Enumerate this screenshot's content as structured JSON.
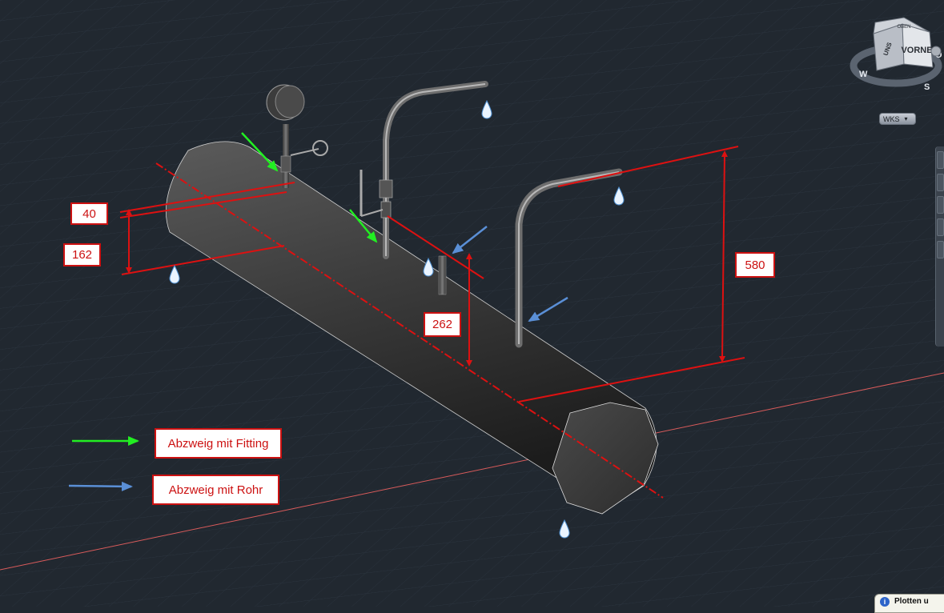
{
  "dimensions": {
    "d40": "40",
    "d162": "162",
    "d262": "262",
    "d580": "580"
  },
  "legend": {
    "fitting": "Abzweig mit Fitting",
    "rohr": "Abzweig mit Rohr"
  },
  "viewcube": {
    "face_front": "VORNE",
    "face_left": "UNS",
    "face_top": "OBEN",
    "compass_w": "W",
    "compass_s": "S",
    "compass_o": "O"
  },
  "ucs_button": "WKS",
  "notification": "Plotten u",
  "colors": {
    "background": "#212830",
    "dimension_red": "#cc1111",
    "fitting_arrow": "#22ee22",
    "rohr_arrow": "#5a8fd6"
  },
  "icons": {
    "drop": "water-drop-icon",
    "info": "info-icon"
  }
}
